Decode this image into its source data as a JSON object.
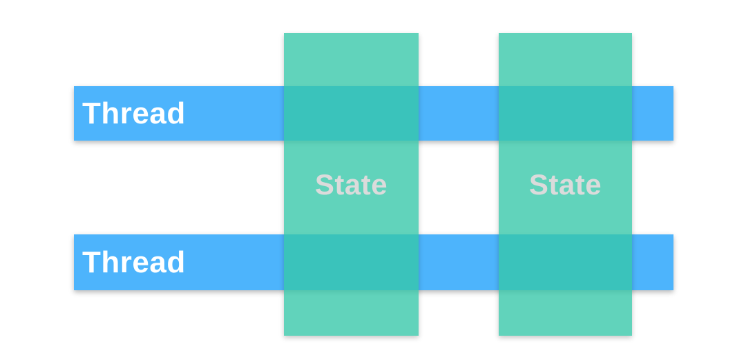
{
  "diagram": {
    "threads": [
      {
        "label": "Thread"
      },
      {
        "label": "Thread"
      }
    ],
    "states": [
      {
        "label": "State"
      },
      {
        "label": "State"
      }
    ]
  },
  "colors": {
    "background": "#FFFFFF",
    "thread_bar": "#4DB4FC",
    "state_bar": "rgba(52,199,168,0.78)",
    "state_bar_solid": "#5DD0B4",
    "overlap": "#39C1BB",
    "thread_label": "#FFFFFF",
    "state_label": "#DBDBDB"
  }
}
